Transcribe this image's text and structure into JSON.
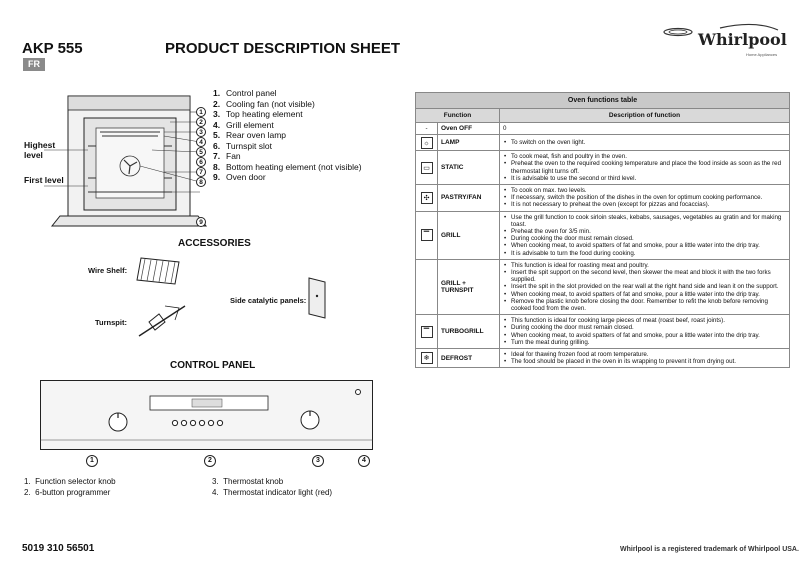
{
  "header": {
    "model": "AKP 555",
    "language": "FR",
    "title": "PRODUCT DESCRIPTION SHEET",
    "brand": "Whirlpool",
    "brand_tagline": "Home Appliances"
  },
  "oven": {
    "level_highest": "Highest level",
    "level_first": "First level",
    "callouts": [
      "1",
      "2",
      "3",
      "4",
      "5",
      "6",
      "7",
      "8",
      "9"
    ],
    "parts": [
      {
        "num": "1.",
        "label": "Control panel"
      },
      {
        "num": "2.",
        "label": "Cooling fan (not visible)"
      },
      {
        "num": "3.",
        "label": "Top heating element"
      },
      {
        "num": "4.",
        "label": "Grill element"
      },
      {
        "num": "5.",
        "label": "Rear oven lamp"
      },
      {
        "num": "6.",
        "label": "Turnspit slot"
      },
      {
        "num": "7.",
        "label": "Fan"
      },
      {
        "num": "8.",
        "label": "Bottom heating element (not visible)"
      },
      {
        "num": "9.",
        "label": "Oven door"
      }
    ]
  },
  "accessories": {
    "title": "ACCESSORIES",
    "wire_shelf": "Wire Shelf:",
    "side_panels": "Side catalytic panels:",
    "turnspit": "Turnspit:"
  },
  "control_panel": {
    "title": "CONTROL PANEL",
    "callouts": [
      "1",
      "2",
      "3",
      "4"
    ],
    "legend_left": [
      {
        "num": "1.",
        "label": "Function selector knob"
      },
      {
        "num": "2.",
        "label": "6-button programmer"
      }
    ],
    "legend_right": [
      {
        "num": "3.",
        "label": "Thermostat knob"
      },
      {
        "num": "4.",
        "label": "Thermostat indicator light (red)"
      }
    ]
  },
  "table": {
    "caption": "Oven functions table",
    "col_function": "Function",
    "col_description": "Description of function",
    "rows": [
      {
        "icon": "dash",
        "name": "Oven OFF",
        "desc": [
          "0"
        ]
      },
      {
        "icon": "lamp-icon",
        "name": "LAMP",
        "desc": [
          "To switch on the oven light."
        ]
      },
      {
        "icon": "static-icon",
        "name": "STATIC",
        "desc": [
          "To cook meat, fish and poultry in the oven.",
          "Preheat the oven to the required cooking temperature and place the food inside as soon as the red thermostat light turns off.",
          "It is advisable to use the second or third level."
        ]
      },
      {
        "icon": "fan-icon",
        "name": "PASTRY/FAN",
        "desc": [
          "To cook on max. two levels.",
          "If necessary, switch the position of the dishes in the oven for optimum cooking performance.",
          "It is not necessary to preheat the oven (except for pizzas and focaccias)."
        ]
      },
      {
        "icon": "grill-icon",
        "name": "GRILL",
        "desc": [
          "Use the grill function to cook sirloin steaks, kebabs, sausages, vegetables au gratin and for making toast.",
          "Preheat the oven for 3/5 min.",
          "During cooking the door must remain closed.",
          "When cooking meat, to avoid spatters of fat and smoke, pour a little water into the drip tray.",
          "It is advisable to turn the food during cooking."
        ]
      },
      {
        "icon": "",
        "name": "GRILL + TURNSPIT",
        "desc": [
          "This function is ideal for roasting meat and poultry.",
          "Insert the spit support on the second level, then skewer the meat and block it with the two forks supplied.",
          "Insert the spit in the slot provided on the rear wall at the right hand side and lean it on the support.",
          "When cooking meat, to avoid spatters of fat and smoke, pour a little water into the drip tray.",
          "Remove the plastic knob before closing the door. Remember to refit the knob before removing cooked food from the oven."
        ]
      },
      {
        "icon": "turbogrill-icon",
        "name": "TURBOGRILL",
        "desc": [
          "This function is ideal for cooking large pieces of meat (roast beef, roast joints).",
          "During cooking the door must remain closed.",
          "When cooking meat, to avoid spatters of fat and smoke, pour a little water into the drip tray.",
          "Turn the meat during grilling."
        ]
      },
      {
        "icon": "defrost-icon",
        "name": "DEFROST",
        "desc": [
          "Ideal for thawing frozen food at room temperature.",
          "The food should be placed in the oven in its wrapping to prevent it from drying out."
        ]
      }
    ]
  },
  "footer": {
    "code": "5019 310 56501",
    "trademark": "Whirlpool is a registered trademark of Whirlpool USA."
  }
}
